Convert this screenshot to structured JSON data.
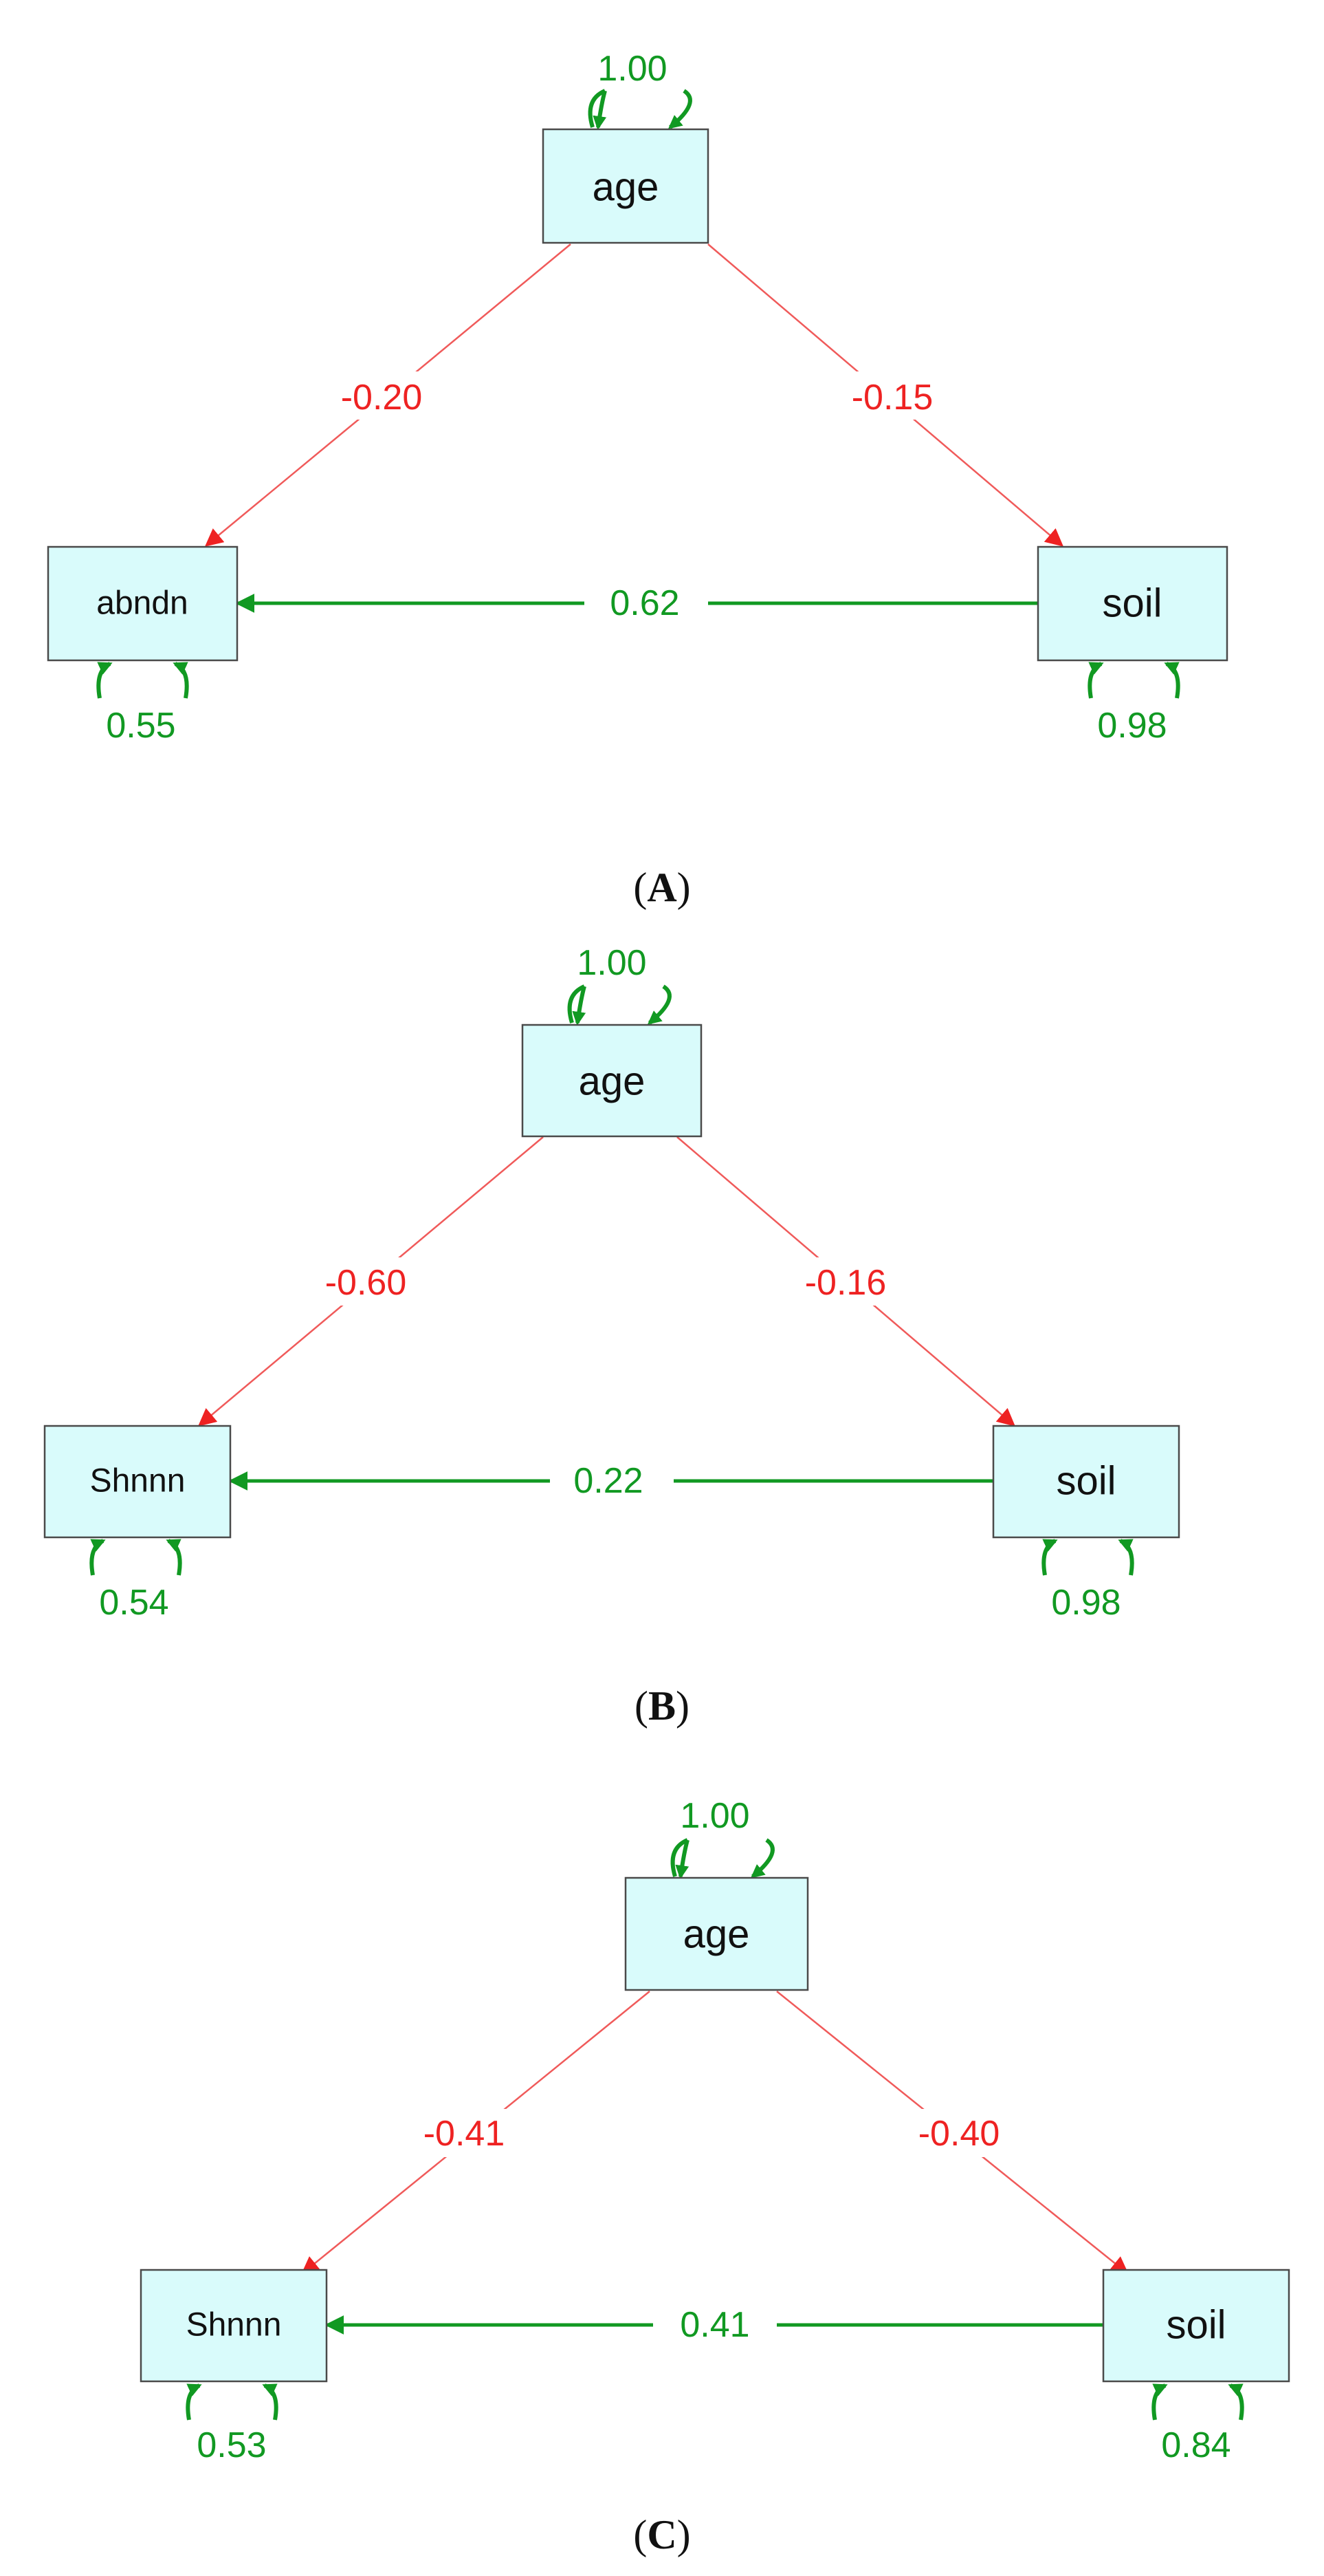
{
  "panels": [
    {
      "id": "A",
      "caption_open": "(",
      "caption_letter": "A",
      "caption_close": ")",
      "nodes": {
        "top": {
          "label": "age",
          "variance": "1.00"
        },
        "left": {
          "label": "abndn",
          "variance": "0.55"
        },
        "right": {
          "label": "soil",
          "variance": "0.98"
        }
      },
      "paths": {
        "top_to_left": "-0.20",
        "top_to_right": "-0.15",
        "right_to_left": "0.62"
      }
    },
    {
      "id": "B",
      "caption_open": "(",
      "caption_letter": "B",
      "caption_close": ")",
      "nodes": {
        "top": {
          "label": "age",
          "variance": "1.00"
        },
        "left": {
          "label": "Shnnn",
          "variance": "0.54"
        },
        "right": {
          "label": "soil",
          "variance": "0.98"
        }
      },
      "paths": {
        "top_to_left": "-0.60",
        "top_to_right": "-0.16",
        "right_to_left": "0.22"
      }
    },
    {
      "id": "C",
      "caption_open": "(",
      "caption_letter": "C",
      "caption_close": ")",
      "nodes": {
        "top": {
          "label": "age",
          "variance": "1.00"
        },
        "left": {
          "label": "Shnnn",
          "variance": "0.53"
        },
        "right": {
          "label": "soil",
          "variance": "0.84"
        }
      },
      "paths": {
        "top_to_left": "-0.41",
        "top_to_right": "-0.40",
        "right_to_left": "0.41"
      }
    }
  ],
  "colors": {
    "negative_path": "#ee2222",
    "positive_path": "#119922",
    "node_fill": "#d9fbfb"
  }
}
